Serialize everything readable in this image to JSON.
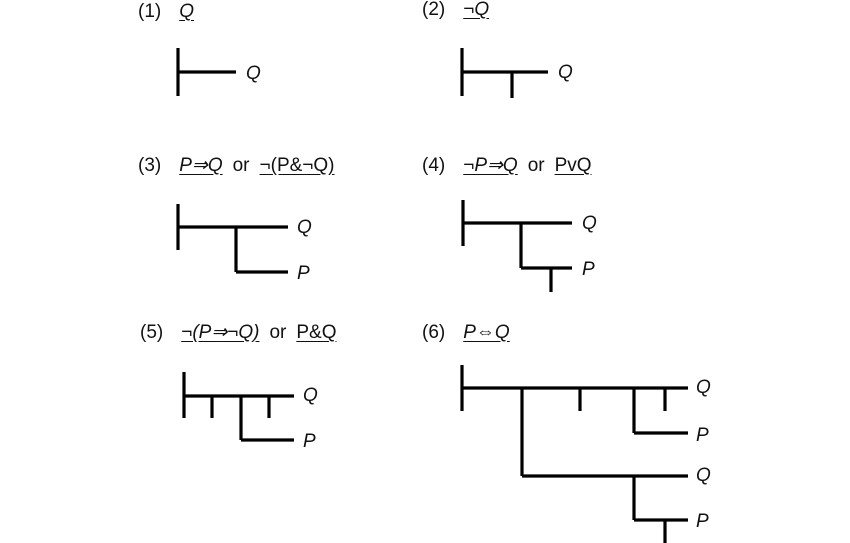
{
  "diagrams": [
    {
      "number": "(1)",
      "formula_a": "Q",
      "connector": "",
      "formula_b": "",
      "labels": [
        "Q"
      ]
    },
    {
      "number": "(2)",
      "formula_a": "¬Q",
      "connector": "",
      "formula_b": "",
      "labels": [
        "Q"
      ]
    },
    {
      "number": "(3)",
      "formula_a": "P⇒Q",
      "connector": "or",
      "formula_b": "¬(P&¬Q)",
      "labels": [
        "Q",
        "P"
      ]
    },
    {
      "number": "(4)",
      "formula_a": "¬P⇒Q",
      "connector": "or",
      "formula_b": "PvQ",
      "labels": [
        "Q",
        "P"
      ]
    },
    {
      "number": "(5)",
      "formula_a": "¬(P⇒¬Q)",
      "connector": "or",
      "formula_b": "P&Q",
      "labels": [
        "Q",
        "P"
      ]
    },
    {
      "number": "(6)",
      "formula_a": "P⇔Q",
      "connector": "",
      "formula_b": "",
      "labels": [
        "Q",
        "P",
        "Q",
        "P"
      ]
    }
  ]
}
